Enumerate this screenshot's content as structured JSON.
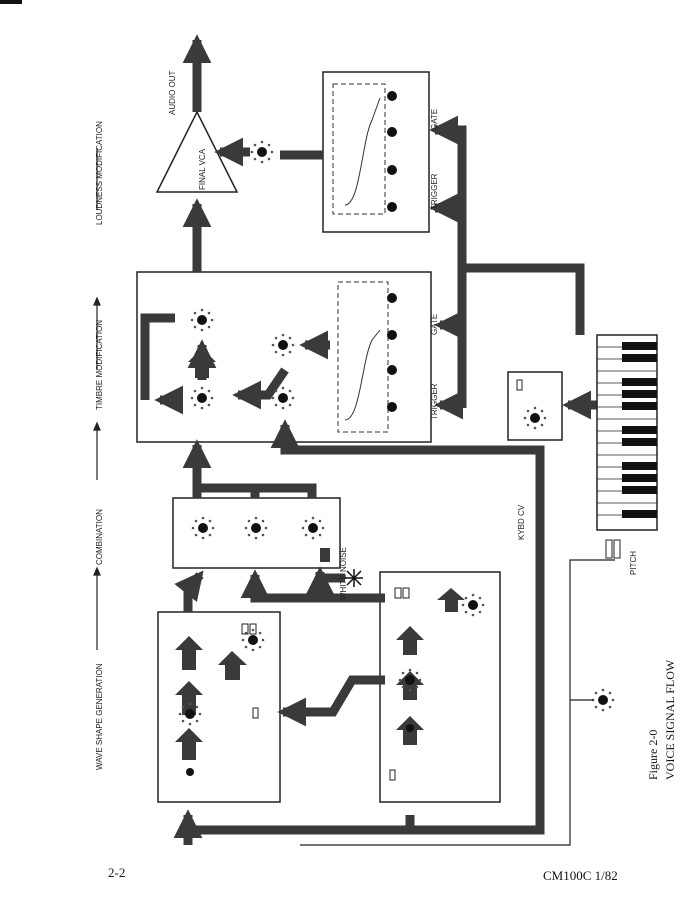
{
  "stages": {
    "wave": "WAVE SHAPE GENERATION",
    "combo": "COMBINATION",
    "timbre": "TIMBRE MODIFICATION",
    "loudness": "LOUDNESS MODIFICATION"
  },
  "labels": {
    "audio_out": "AUDIO OUT",
    "final_vca": "FINAL VCA",
    "white_noise": "WHITE NOISE",
    "kybd_cv": "KYBD CV",
    "pitch": "PITCH",
    "trigger": "TRIGGER",
    "gate": "GATE"
  },
  "figure": {
    "number": "Figure 2-0",
    "title": "VOICE SIGNAL FLOW"
  },
  "footer": {
    "page": "2-2",
    "doc": "CM100C 1/82"
  }
}
